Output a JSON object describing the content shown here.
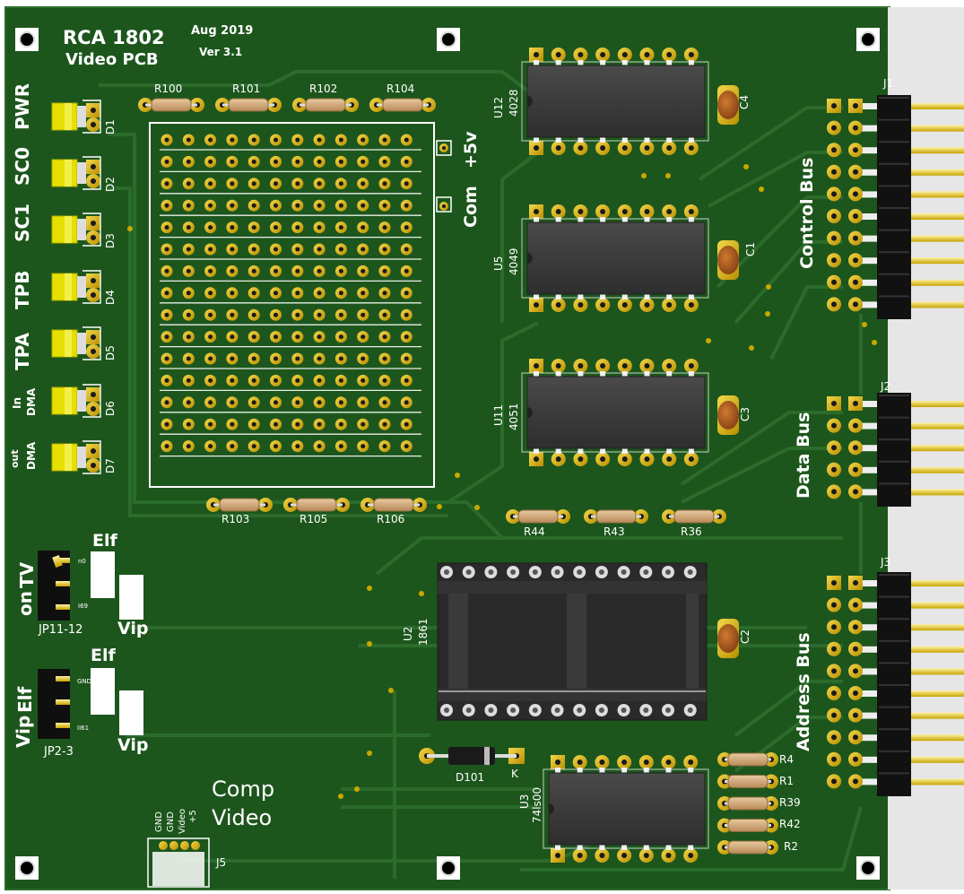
{
  "board": {
    "title_line1": "RCA 1802",
    "title_line2": "Video PCB",
    "date": "Aug 2019",
    "version": "Ver 3.1"
  },
  "leds": [
    {
      "name": "PWR",
      "ref": "D1"
    },
    {
      "name": "SC0",
      "ref": "D2"
    },
    {
      "name": "SC1",
      "ref": "D3"
    },
    {
      "name": "TPB",
      "ref": "D4"
    },
    {
      "name": "TPA",
      "ref": "D5"
    },
    {
      "name": "DMA In",
      "line1": "DMA",
      "line2": "In",
      "ref": "D6"
    },
    {
      "name": "DMA out",
      "line1": "DMA",
      "line2": "out",
      "ref": "D7"
    }
  ],
  "resistors_top": [
    "R100",
    "R101",
    "R102",
    "R104"
  ],
  "resistors_mid": [
    "R103",
    "R105",
    "R106"
  ],
  "resistors_center": [
    "R44",
    "R43",
    "R36"
  ],
  "resistors_bottom": [
    "R4",
    "R1",
    "R39",
    "R42",
    "R2"
  ],
  "power_labels": {
    "plus5v": "+5v",
    "com": "Com"
  },
  "chips": [
    {
      "ref": "U12",
      "part": "4028"
    },
    {
      "ref": "U5",
      "part": "4049"
    },
    {
      "ref": "U11",
      "part": "4051"
    },
    {
      "ref": "U2",
      "part": "1861"
    },
    {
      "ref": "U3",
      "part": "74ls00"
    }
  ],
  "capacitors": [
    "C4",
    "C1",
    "C3",
    "C2"
  ],
  "connectors": {
    "control": {
      "ref": "J1",
      "label": "Control Bus"
    },
    "data": {
      "ref": "J2",
      "label": "Data Bus"
    },
    "address": {
      "ref": "J3",
      "label": "Address Bus"
    },
    "video": {
      "ref": "J5",
      "label_line1": "Comp",
      "label_line2": "Video",
      "pins": [
        "GND",
        "GND",
        "Video",
        "+5"
      ]
    }
  },
  "jumpers": [
    {
      "ref": "JP11-12",
      "side_label_top": "TV",
      "side_label_bottom": "on",
      "pin_top": "n0",
      "pin_bottom": "I69",
      "opt1": "Elf",
      "opt2": "Vip"
    },
    {
      "ref": "JP2-3",
      "side_label_top": "Elf",
      "side_label_bottom": "Vip",
      "pin_top": "GND",
      "pin_bottom": "II61",
      "opt1": "Elf",
      "opt2": "Vip"
    }
  ],
  "diode": {
    "ref": "D101",
    "cathode": "K"
  },
  "colors": {
    "board": "#1f5a1f",
    "trace": "#2a6a2a",
    "gold": "#d4b000",
    "silk": "#ffffff",
    "ic_body": "#3e3e3e",
    "led": "#e6e000",
    "cap": "#b06020"
  }
}
